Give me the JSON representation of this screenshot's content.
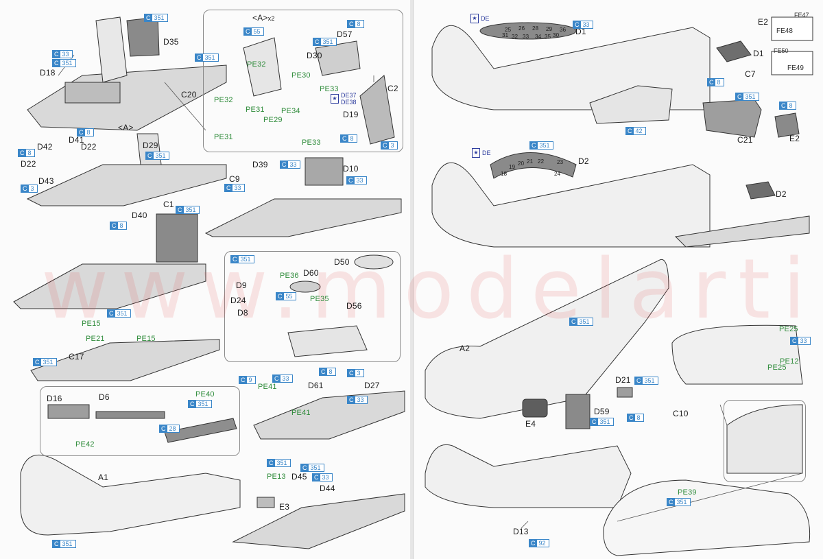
{
  "watermark": "www.modelartikl.cz",
  "colors": {
    "paint_label": "#3a86c8",
    "etched_part": "#2e8b3a",
    "decal": "#2d3c9e",
    "watermark": "#e65050"
  },
  "left_page": {
    "step_cockpit_floor": {
      "parts": [
        "D35",
        "D18",
        "C20"
      ],
      "paints": [
        "C 351",
        "C 33",
        "C 351",
        "C 351"
      ]
    },
    "inset_a": {
      "title": "<A>",
      "count": "x2",
      "parts_etch": [
        "PE32",
        "PE30",
        "PE32",
        "PE31",
        "PE34",
        "PE33",
        "PE29",
        "PE31",
        "PE33"
      ],
      "parts": [
        "D57",
        "D30",
        "C2",
        "D19"
      ],
      "decals": [
        "DE37",
        "DE38"
      ],
      "paints": [
        "C 55",
        "C 351",
        "C 8",
        "C 8",
        "C 3"
      ]
    },
    "step_seat": {
      "ref": "<A>",
      "parts": [
        "D42",
        "D41",
        "D22",
        "D22",
        "D43",
        "D29"
      ],
      "paints": [
        "C 8",
        "C 8",
        "C 3",
        "C 351"
      ]
    },
    "step_stick": {
      "parts": [
        "D39",
        "C9",
        "D10"
      ],
      "paints": [
        "C 33",
        "C 33",
        "C 33"
      ]
    },
    "step_panel": {
      "parts": [
        "C1",
        "D40"
      ],
      "paints": [
        "C 351",
        "C 8"
      ]
    },
    "inset_gunsight": {
      "parts": [
        "D50",
        "D60",
        "D9",
        "D24",
        "D8",
        "D56"
      ],
      "parts_etch": [
        "PE36",
        "PE35"
      ],
      "paints": [
        "C 351",
        "C 55"
      ]
    },
    "step_floor2": {
      "parts": [
        "C17"
      ],
      "parts_etch": [
        "PE15",
        "PE21",
        "PE15"
      ],
      "paints": [
        "C 351",
        "C 351"
      ]
    },
    "inset_guns": {
      "parts": [
        "D16",
        "D6"
      ],
      "parts_etch": [
        "PE40",
        "PE42"
      ],
      "paints": [
        "C 351",
        "C 28"
      ]
    },
    "step_guns_install": {
      "parts": [
        "D61",
        "D27"
      ],
      "parts_etch": [
        "PE41",
        "PE41"
      ],
      "paints": [
        "C 9",
        "C 33",
        "C 8",
        "C 3",
        "C 33"
      ]
    },
    "step_fuselage_left": {
      "parts": [
        "A1",
        "D45",
        "D44",
        "E3"
      ],
      "parts_etch": [
        "PE13"
      ],
      "paints": [
        "C 351",
        "C 351",
        "C 33",
        "C 351"
      ]
    }
  },
  "right_page": {
    "step_instrument_d1": {
      "decal": "DE",
      "parts": [
        "D1",
        "D1",
        "C7",
        "C21",
        "E2",
        "E2"
      ],
      "paints": [
        "C 33",
        "C 8",
        "C 42",
        "C 351",
        "C 8"
      ],
      "dial_numbers": [
        "25",
        "26",
        "28",
        "29",
        "30",
        "31",
        "32",
        "33",
        "34",
        "35",
        "36"
      ],
      "fe_refs": [
        "FE47",
        "FE48",
        "FE50",
        "FE49"
      ]
    },
    "step_instrument_d2": {
      "decal": "DE",
      "parts": [
        "D2",
        "D2"
      ],
      "paints": [
        "C 351"
      ],
      "dial_numbers": [
        "18",
        "19",
        "20",
        "21",
        "22",
        "23",
        "24"
      ]
    },
    "step_fuselage_right": {
      "parts": [
        "A2",
        "D21",
        "D59",
        "E4",
        "C10"
      ],
      "parts_etch": [
        "PE25",
        "PE12",
        "PE25"
      ],
      "paints": [
        "C 351",
        "C 351",
        "C 351",
        "C 8",
        "C 33"
      ]
    },
    "step_join": {
      "parts": [
        "D13"
      ],
      "parts_etch": [
        "PE39"
      ],
      "paints": [
        "C 351",
        "C 92"
      ]
    }
  }
}
